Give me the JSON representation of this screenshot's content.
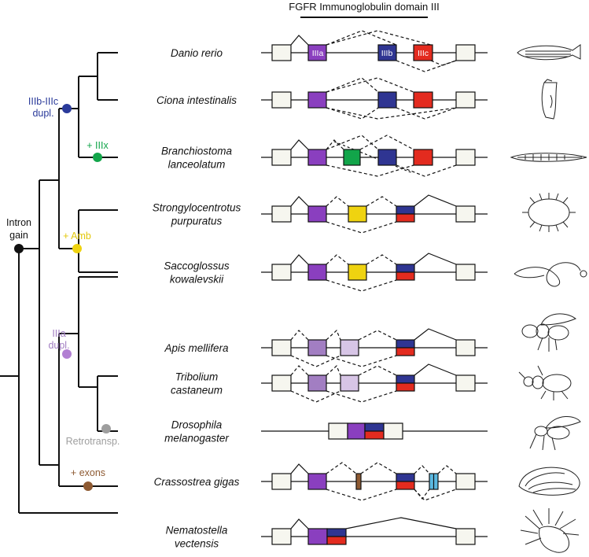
{
  "header": {
    "title": "FGFR Immunoglobulin domain III"
  },
  "colors": {
    "IIIa": "#8a3fbf",
    "IIIb": "#2f3592",
    "IIIc": "#e32b1f",
    "IIIx": "#12a54a",
    "amb": "#efd310",
    "IIIa_light": "#a27ec2",
    "IIIa_lighter": "#d7c5e6",
    "exon_brown": "#8e5a32",
    "exon_cyan": "#5bb8e0",
    "flank": "#f6f6ef",
    "dupl_blue": "#2a3a9a",
    "gain_black": "#111111",
    "purple_node": "#b27fd3",
    "grey_node": "#9e9e9e",
    "green_node": "#12a54a",
    "yellow_node": "#efd310",
    "brown_node": "#8e5a32"
  },
  "exon_labels": {
    "IIIa": "IIIa",
    "IIIb": "IIIb",
    "IIIc": "IIIc"
  },
  "tree_events": [
    {
      "text": "IIIb-IIIc",
      "color": "#2a3a9a"
    },
    {
      "text": "dupl.",
      "color": "#2a3a9a"
    },
    {
      "text": "+ IIIx",
      "color": "#12a54a"
    },
    {
      "text": "Intron",
      "color": "#111111"
    },
    {
      "text": "gain",
      "color": "#111111"
    },
    {
      "text": "+ Amb",
      "color": "#e3c80c"
    },
    {
      "text": "IIIa",
      "color": "#a27ec2"
    },
    {
      "text": "dupl.",
      "color": "#a27ec2"
    },
    {
      "text": "Retrotransp.",
      "color": "#9e9e9e"
    },
    {
      "text": "+ exons",
      "color": "#8e5a32"
    }
  ],
  "species": [
    {
      "name": [
        "Danio rerio"
      ],
      "silhouette": "zebrafish-silhouette"
    },
    {
      "name": [
        "Ciona intestinalis"
      ],
      "silhouette": "sea-squirt-silhouette"
    },
    {
      "name": [
        "Branchiostoma",
        "lanceolatum"
      ],
      "silhouette": "lancelet-silhouette"
    },
    {
      "name": [
        "Strongylocentrotus",
        "purpuratus"
      ],
      "silhouette": "sea-urchin-silhouette"
    },
    {
      "name": [
        "Saccoglossus",
        "kowalevskii"
      ],
      "silhouette": "acorn-worm-silhouette"
    },
    {
      "name": [
        "Apis mellifera"
      ],
      "silhouette": "honeybee-silhouette"
    },
    {
      "name": [
        "Tribolium",
        "castaneum"
      ],
      "silhouette": "beetle-silhouette"
    },
    {
      "name": [
        "Drosophila",
        "melanogaster"
      ],
      "silhouette": "fruit-fly-silhouette"
    },
    {
      "name": [
        "Crassostrea gigas"
      ],
      "silhouette": "oyster-silhouette"
    },
    {
      "name": [
        "Nematostella",
        "vectensis"
      ],
      "silhouette": "sea-anemone-silhouette"
    }
  ]
}
